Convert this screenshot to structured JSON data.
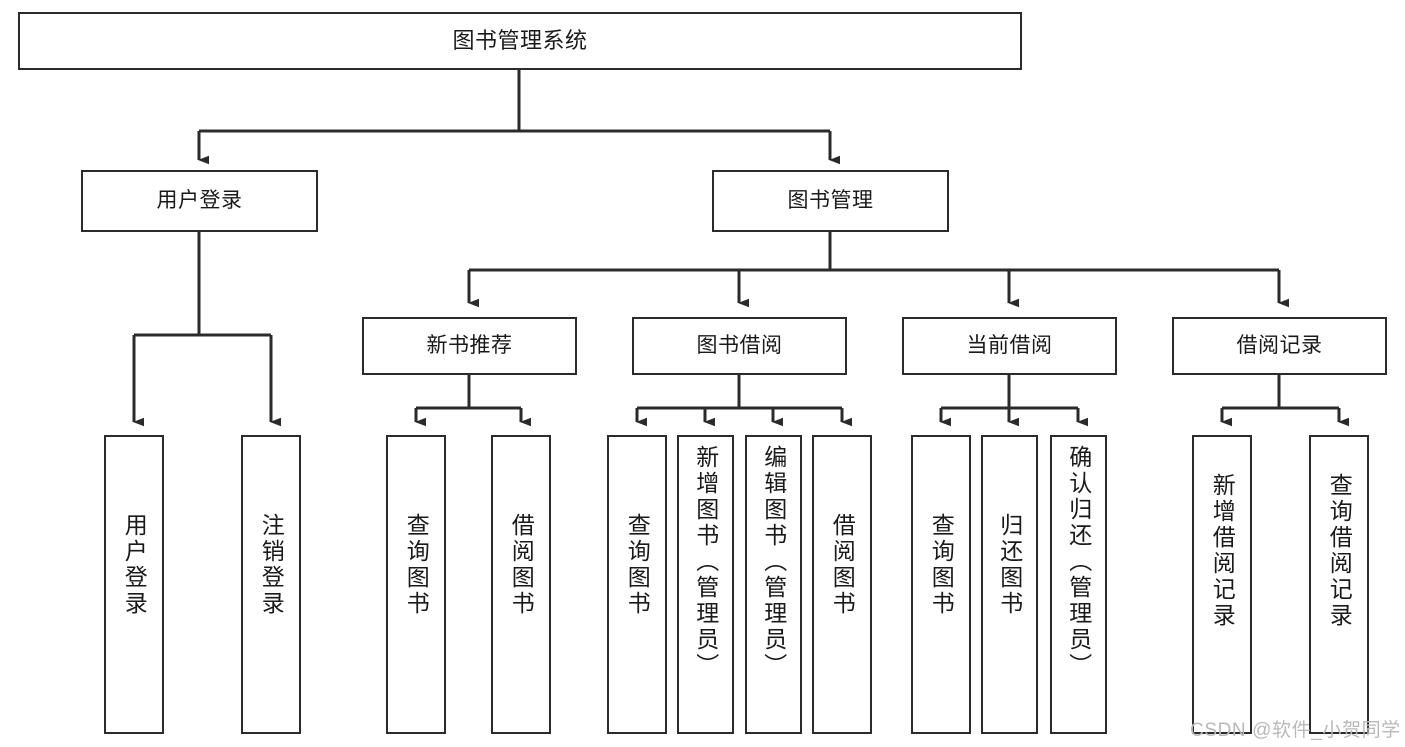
{
  "diagram": {
    "title": "图书管理系统",
    "type": "tree-hierarchy-diagram",
    "colors": {
      "box_stroke": "#2b2b2b",
      "box_fill": "#ffffff",
      "connector": "#2b2b2b",
      "text": "#1a1a1a",
      "watermark": "#b9b9b9",
      "background": "#ffffff"
    },
    "nodes": {
      "root": {
        "label": "图书管理系统"
      },
      "level2": [
        {
          "id": "user-login",
          "label": "用户登录"
        },
        {
          "id": "book-management",
          "label": "图书管理"
        }
      ],
      "level3": [
        {
          "id": "new-book-recommend",
          "label": "新书推荐"
        },
        {
          "id": "book-borrow",
          "label": "图书借阅"
        },
        {
          "id": "current-borrow",
          "label": "当前借阅"
        },
        {
          "id": "borrow-record",
          "label": "借阅记录"
        }
      ],
      "leaves": {
        "user-login": [
          {
            "id": "leaf-user-login",
            "label": "用户登录"
          },
          {
            "id": "leaf-logout",
            "label": "注销登录"
          }
        ],
        "new-book-recommend": [
          {
            "id": "leaf-query-book-1",
            "label": "查询图书"
          },
          {
            "id": "leaf-borrow-book-1",
            "label": "借阅图书"
          }
        ],
        "book-borrow": [
          {
            "id": "leaf-query-book-2",
            "label": "查询图书"
          },
          {
            "id": "leaf-add-book-admin",
            "label": "新增图书（管理员）"
          },
          {
            "id": "leaf-edit-book-admin",
            "label": "编辑图书（管理员）"
          },
          {
            "id": "leaf-borrow-book-2",
            "label": "借阅图书"
          }
        ],
        "current-borrow": [
          {
            "id": "leaf-query-book-3",
            "label": "查询图书"
          },
          {
            "id": "leaf-return-book",
            "label": "归还图书"
          },
          {
            "id": "leaf-confirm-return-admin",
            "label": "确认归还（管理员）"
          }
        ],
        "borrow-record": [
          {
            "id": "leaf-add-borrow-record",
            "label": "新增借阅记录"
          },
          {
            "id": "leaf-query-borrow-record",
            "label": "查询借阅记录"
          }
        ]
      }
    },
    "watermark": "CSDN @软件_小贺同学"
  }
}
